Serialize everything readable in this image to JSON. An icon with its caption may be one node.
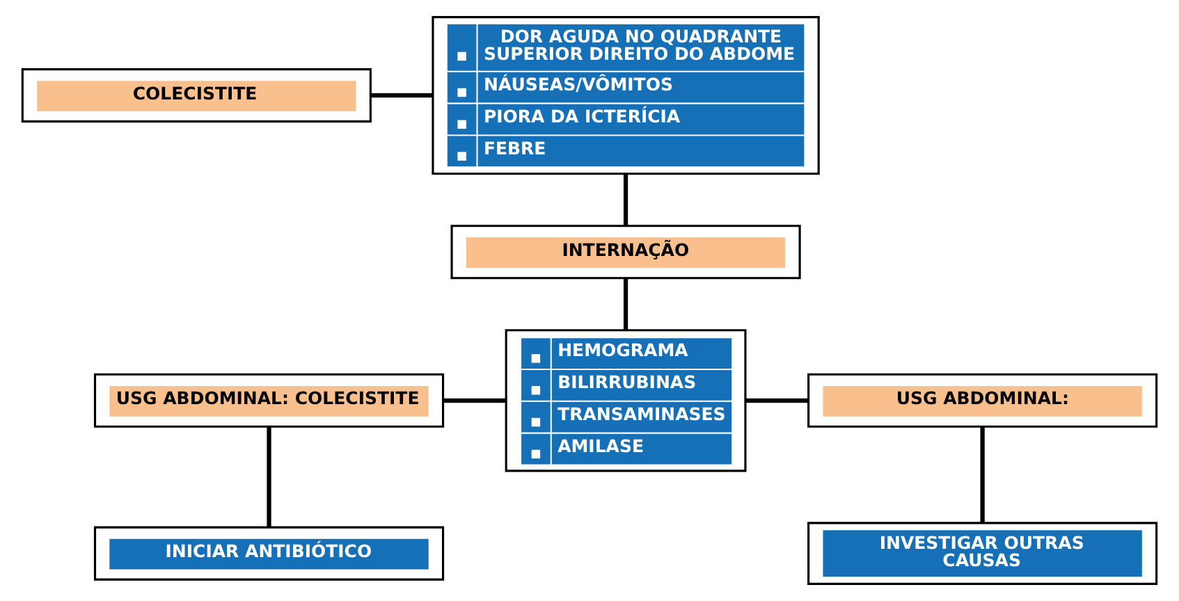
{
  "diagram": {
    "nodes": [
      {
        "text": [
          "COLECISTITE"
        ]
      },
      {
        "text": [
          "DOR AGUDA NO QUADRANTE SUPERIOR DIREITO DO ABDOME",
          "NÁUSEAS/VÔMITOS",
          "PIORA DA ICTERÍCIA",
          "FEBRE"
        ]
      },
      {
        "text": [
          "INTERNAÇÃO"
        ]
      },
      {
        "text": [
          "USG ABDOMINAL: COLECISTITE"
        ]
      },
      {
        "text": [
          "HEMOGRAMA",
          "BILIRRUBINAS",
          "TRANSAMINASES",
          "AMILASE"
        ]
      },
      {
        "text": [
          "USG ABDOMINAL:"
        ]
      },
      {
        "text": [
          "INICIAR ANTIBIÓTICO"
        ]
      },
      {
        "text": [
          "INVESTIGAR OUTRAS CAUSAS"
        ]
      }
    ],
    "edges": [
      {
        "from": 0,
        "to": 1,
        "arrow": "none"
      },
      {
        "from": 1,
        "to": 2,
        "arrow": "none"
      },
      {
        "from": 2,
        "to": 4,
        "arrow": "none"
      },
      {
        "from": 3,
        "to": 4,
        "arrow": "none"
      },
      {
        "from": 4,
        "to": 5,
        "arrow": "none"
      },
      {
        "from": 3,
        "to": 6,
        "arrow": "none"
      },
      {
        "from": 5,
        "to": 7,
        "arrow": "none"
      }
    ]
  }
}
